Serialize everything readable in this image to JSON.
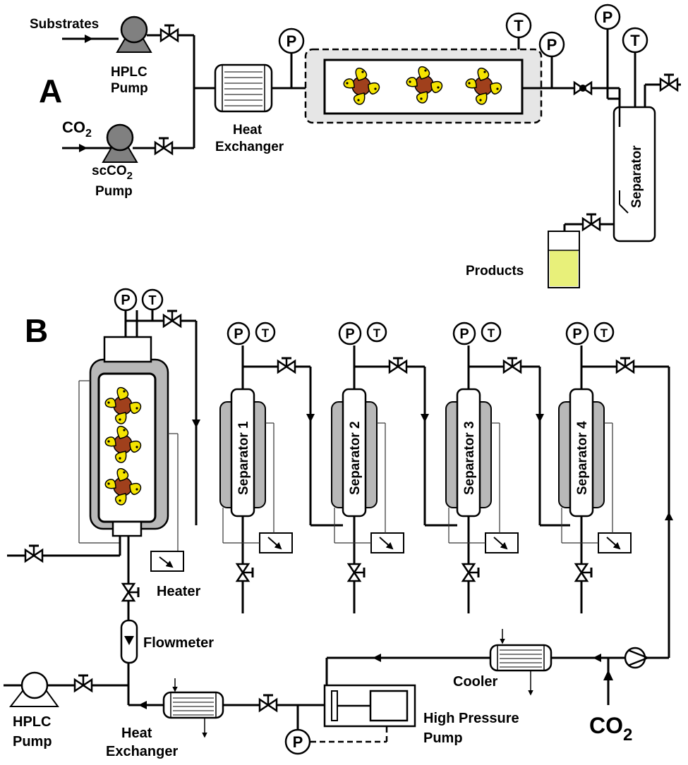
{
  "panel_a": {
    "letter": "A",
    "substrates": "Substrates",
    "hplc_pump": [
      "HPLC",
      "Pump"
    ],
    "co2": "CO",
    "co2_sub": "2",
    "scco2_pump_a": "scCO",
    "scco2_pump_sub": "2",
    "scco2_pump_b": "Pump",
    "heat_exchanger": [
      "Heat",
      "Exchanger"
    ],
    "separator": "Separator",
    "products": "Products",
    "gauge_p": "P",
    "gauge_t": "T"
  },
  "panel_b": {
    "letter": "B",
    "separators": [
      "Separator 1",
      "Separator 2",
      "Separator 3",
      "Separator 4"
    ],
    "heater": "Heater",
    "flowmeter": "Flowmeter",
    "hplc_pump": [
      "HPLC",
      "Pump"
    ],
    "heat_exchanger": [
      "Heat",
      "Exchanger"
    ],
    "cooler": "Cooler",
    "high_pressure_pump": [
      "High Pressure",
      "Pump"
    ],
    "co2": "CO",
    "co2_sub": "2",
    "gauge_p": "P",
    "gauge_t": "T"
  },
  "colors": {
    "enzyme_yellow": "#f5e400",
    "enzyme_brown": "#a0401c",
    "jacket_gray": "#b8b8b8",
    "reactor_box": "#e6e6e6",
    "product_liquid": "#e8f07a",
    "pump_gray": "#808080"
  }
}
